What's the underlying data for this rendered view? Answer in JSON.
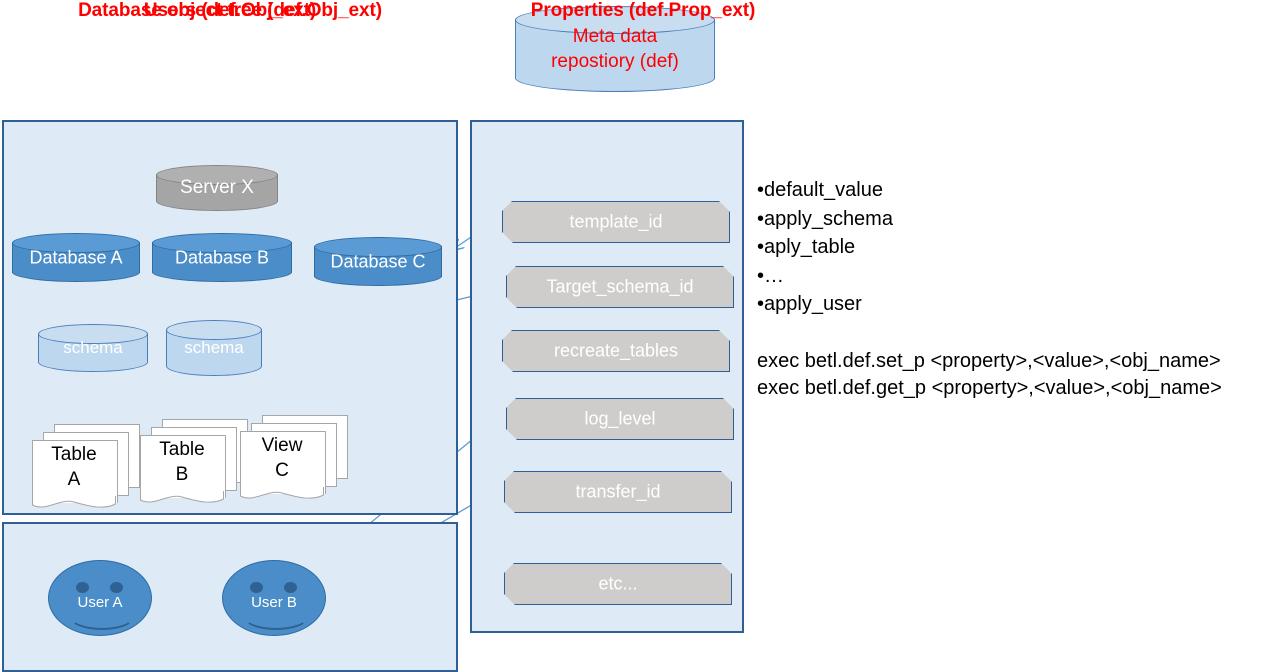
{
  "meta_repo": {
    "label": "Meta data\nrepostiory (def)",
    "color": "#ff0000"
  },
  "panels": {
    "tree": {
      "title": "Database object tree (def.Obj_ext)"
    },
    "users": {
      "title": "Users (def.Obj_ext)"
    },
    "props": {
      "title": "Properties (def.Prop_ext)"
    }
  },
  "tree": {
    "server": {
      "label": "Server X",
      "shape": "cylinder",
      "color": "#a5a5a5"
    },
    "databases": [
      {
        "label": "Database A",
        "shape": "cylinder",
        "color": "#4a8dc8"
      },
      {
        "label": "Database B",
        "shape": "cylinder",
        "color": "#4a8dc8"
      },
      {
        "label": "Database C",
        "shape": "cylinder",
        "color": "#4a8dc8"
      }
    ],
    "schemas": [
      {
        "label": "schema",
        "shape": "cylinder",
        "color": "#bdd7ee"
      },
      {
        "label": "schema",
        "shape": "cylinder",
        "color": "#bdd7ee"
      }
    ],
    "objects": [
      {
        "line1": "Table",
        "line2": "A",
        "shape": "document-stack"
      },
      {
        "line1": "Table",
        "line2": "B",
        "shape": "document-stack"
      },
      {
        "line1": "View",
        "line2": "C",
        "shape": "document-stack"
      }
    ]
  },
  "users": [
    {
      "label": "User A",
      "shape": "smiley",
      "color": "#4a8dc8"
    },
    {
      "label": "User B",
      "shape": "smiley",
      "color": "#4a8dc8"
    }
  ],
  "properties": [
    {
      "label": "template_id"
    },
    {
      "label": "Target_schema_id"
    },
    {
      "label": "recreate_tables"
    },
    {
      "label": "log_level"
    },
    {
      "label": "transfer_id"
    },
    {
      "label": "etc..."
    }
  ],
  "notes": {
    "bullets": [
      "•default_value",
      "•apply_schema",
      "•aply_table",
      "•…",
      "•apply_user"
    ],
    "commands": [
      "exec betl.def.set_p <property>,<value>,<obj_name>",
      "exec betl.def.get_p <property>,<value>,<obj_name>"
    ]
  },
  "colors": {
    "panel_bg": "#deeaf6",
    "panel_border": "#2f5f96",
    "title_red": "#ff0000",
    "arrow": "#5b9bd5",
    "property_fill": "#cfcdcb"
  }
}
